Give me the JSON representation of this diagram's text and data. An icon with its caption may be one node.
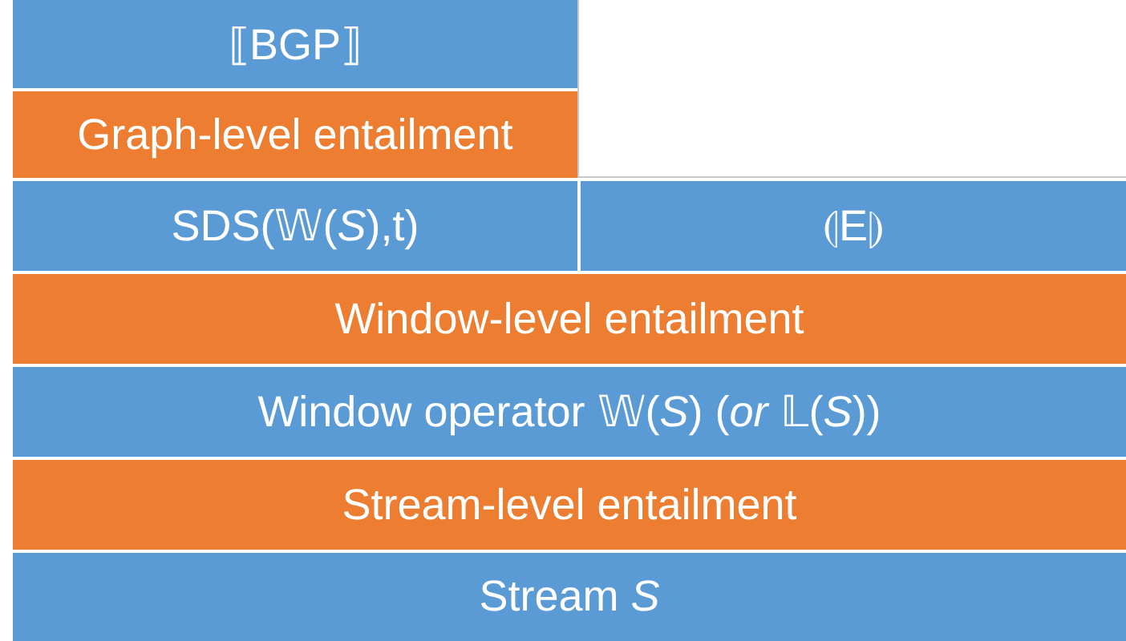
{
  "diagram": {
    "nodes": [
      {
        "text": [
          "⟦BGP⟧"
        ]
      },
      {
        "text": [
          "Graph-level entailment"
        ]
      },
      {
        "text": [
          "SDS(𝕎(*S*),t)"
        ]
      },
      {
        "text": [
          "⦇E⦈"
        ]
      },
      {
        "text": [
          "Window-level entailment"
        ]
      },
      {
        "text": [
          "Window operator 𝕎(*S*) (*or* 𝕃(*S*))"
        ]
      },
      {
        "text": [
          "Stream-level entailment"
        ]
      },
      {
        "text": [
          "Stream *S*"
        ]
      }
    ]
  }
}
